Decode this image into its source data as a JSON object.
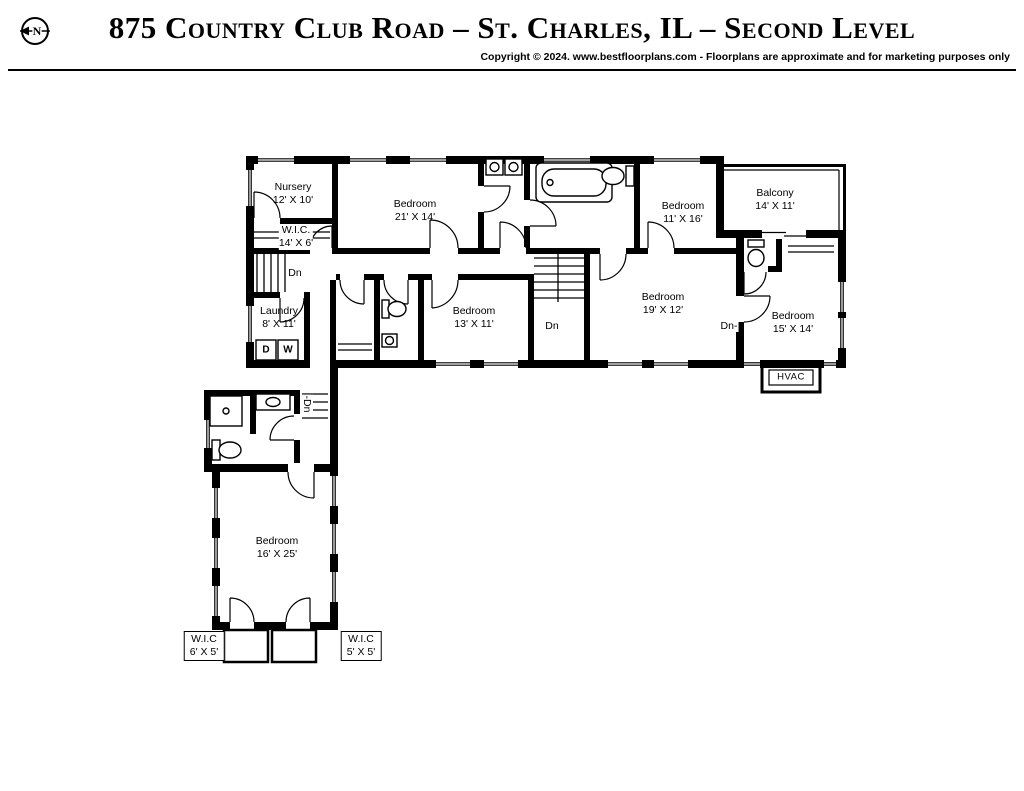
{
  "header": {
    "compass": "N",
    "title": "875 Country Club Road – St. Charles, IL – Second Level",
    "copyright": "Copyright © 2024. www.bestfloorplans.com - Floorplans are approximate and for marketing purposes only"
  },
  "rooms": {
    "nursery": {
      "name": "Nursery",
      "dims": "12' X 10'"
    },
    "bedroom_21x14": {
      "name": "Bedroom",
      "dims": "21' X 14'"
    },
    "wic_14x6": {
      "name": "W.I.C.",
      "dims": "14' X 6'"
    },
    "laundry": {
      "name": "Laundry",
      "dims": "8' X 11'"
    },
    "bedroom_13x11": {
      "name": "Bedroom",
      "dims": "13' X 11'"
    },
    "bedroom_11x16": {
      "name": "Bedroom",
      "dims": "11' X 16'"
    },
    "balcony": {
      "name": "Balcony",
      "dims": "14' X 11'"
    },
    "bedroom_19x12": {
      "name": "Bedroom",
      "dims": "19' X 12'"
    },
    "bedroom_15x14": {
      "name": "Bedroom",
      "dims": "15' X 14'"
    },
    "bedroom_16x25": {
      "name": "Bedroom",
      "dims": "16' X 25'"
    },
    "wic_6x5": {
      "name": "W.I.C",
      "dims": "6' X 5'"
    },
    "wic_5x5": {
      "name": "W.I.C",
      "dims": "5' X 5'"
    }
  },
  "annotations": {
    "dn_main": "Dn",
    "dn_stairwell": "Dn",
    "dn_right": "Dn-",
    "dn_corridor": "-Dn",
    "hvac": "HVAC",
    "dryer": "D",
    "washer": "W"
  }
}
